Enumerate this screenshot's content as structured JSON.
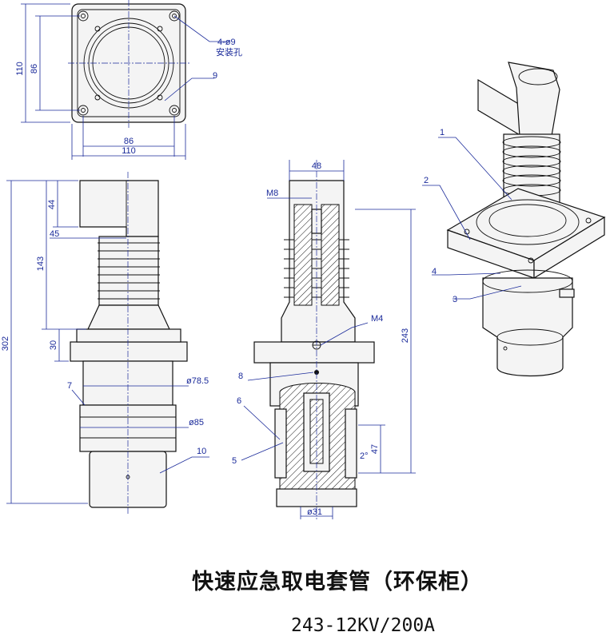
{
  "labels": {
    "hole_spec": "4-ø9",
    "hole_text": "安装孔",
    "d_110": "110",
    "d_86": "86",
    "d_48": "48",
    "d_44": "44",
    "d_45": "45",
    "d_143": "143",
    "d_30": "30",
    "d_302": "302",
    "d_243": "243",
    "d_47": "47",
    "d_2deg": "2°",
    "d_dia785": "ø78.5",
    "d_dia85": "ø85",
    "d_dia31": "ø31",
    "m8": "M8",
    "m4": "M4"
  },
  "callouts": [
    "1",
    "2",
    "3",
    "4",
    "5",
    "6",
    "7",
    "8",
    "9",
    "10"
  ],
  "title": "快速应急取电套管（环保柜）",
  "model": "243-12KV/200A"
}
